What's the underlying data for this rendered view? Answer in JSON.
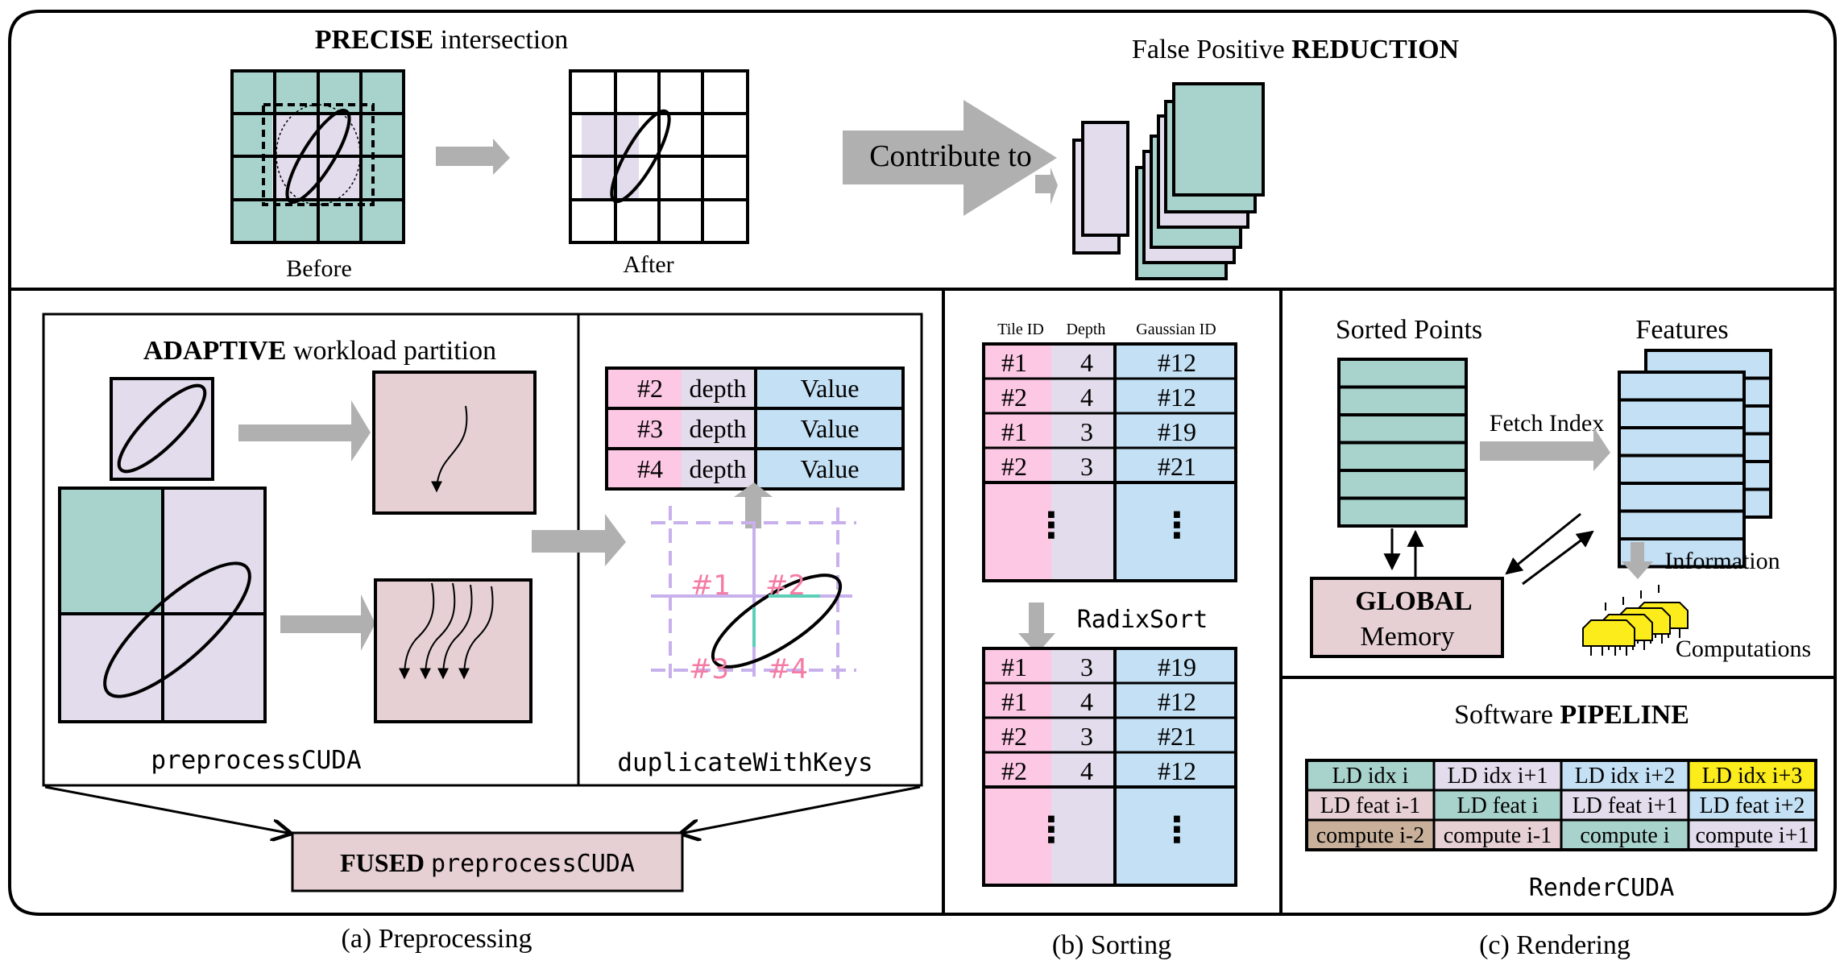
{
  "colors": {
    "teal": "#a8d2cc",
    "lavender": "#e2dcec",
    "rose": "#e6d0d4",
    "pink": "#fcc8e4",
    "blue": "#c4e0f4",
    "yellow": "#fcec1c",
    "tan": "#c8b09a",
    "gray_arrow": "#b0b0b0",
    "tile_pink_text": "#f47ca4",
    "grid_purple": "#c8b0ec",
    "edge_teal": "#5ccfb8"
  },
  "top": {
    "precise": {
      "bold": "PRECISE",
      "rest": " intersection",
      "before_label": "Before",
      "after_label": "After"
    },
    "contribute_label": "Contribute to",
    "reduction": {
      "rest": "False Positive ",
      "bold": "REDUCTION"
    }
  },
  "preprocessing": {
    "adaptive": {
      "bold": "ADAPTIVE",
      "rest": " workload partition"
    },
    "preprocess_kernel": "preprocessCUDA",
    "duplicate_kernel": "duplicateWithKeys",
    "kv_rows": [
      {
        "tile": "#2",
        "depth": "depth",
        "value": "Value"
      },
      {
        "tile": "#3",
        "depth": "depth",
        "value": "Value"
      },
      {
        "tile": "#4",
        "depth": "depth",
        "value": "Value"
      }
    ],
    "tiles": [
      "#1",
      "#2",
      "#3",
      "#4"
    ],
    "fused": {
      "bold": "FUSED",
      "kernel": "preprocessCUDA"
    },
    "caption": "(a) Preprocessing"
  },
  "sorting": {
    "headers": [
      "Tile ID",
      "Depth",
      "Gaussian ID"
    ],
    "before_rows": [
      [
        "#1",
        "4",
        "#12"
      ],
      [
        "#2",
        "4",
        "#12"
      ],
      [
        "#1",
        "3",
        "#19"
      ],
      [
        "#2",
        "3",
        "#21"
      ]
    ],
    "sort_label": "RadixSort",
    "after_rows": [
      [
        "#1",
        "3",
        "#19"
      ],
      [
        "#1",
        "4",
        "#12"
      ],
      [
        "#2",
        "3",
        "#21"
      ],
      [
        "#2",
        "4",
        "#12"
      ]
    ],
    "ellipsis": "⋮",
    "caption": "(b) Sorting"
  },
  "rendering": {
    "sorted_points": "Sorted Points",
    "features": "Features",
    "fetch_index": "Fetch Index",
    "global": {
      "bold": "GLOBAL",
      "rest": "Memory"
    },
    "information": "Information",
    "computations": "Computations",
    "pipeline": {
      "rest": "Software ",
      "bold": "PIPELINE"
    },
    "pipeline_rows": [
      [
        {
          "text": "LD idx i",
          "color": "teal"
        },
        {
          "text": "LD idx i+1",
          "color": "lavender"
        },
        {
          "text": "LD idx i+2",
          "color": "blue"
        },
        {
          "text": "LD idx i+3",
          "color": "yellow"
        }
      ],
      [
        {
          "text": "LD feat i-1",
          "color": "rose"
        },
        {
          "text": "LD feat i",
          "color": "teal"
        },
        {
          "text": "LD feat i+1",
          "color": "lavender"
        },
        {
          "text": "LD feat i+2",
          "color": "blue"
        }
      ],
      [
        {
          "text": "compute i-2",
          "color": "tan"
        },
        {
          "text": "compute i-1",
          "color": "rose"
        },
        {
          "text": "compute i",
          "color": "teal"
        },
        {
          "text": "compute i+1",
          "color": "lavender"
        }
      ]
    ],
    "render_kernel": "RenderCUDA",
    "caption": "(c) Rendering"
  }
}
